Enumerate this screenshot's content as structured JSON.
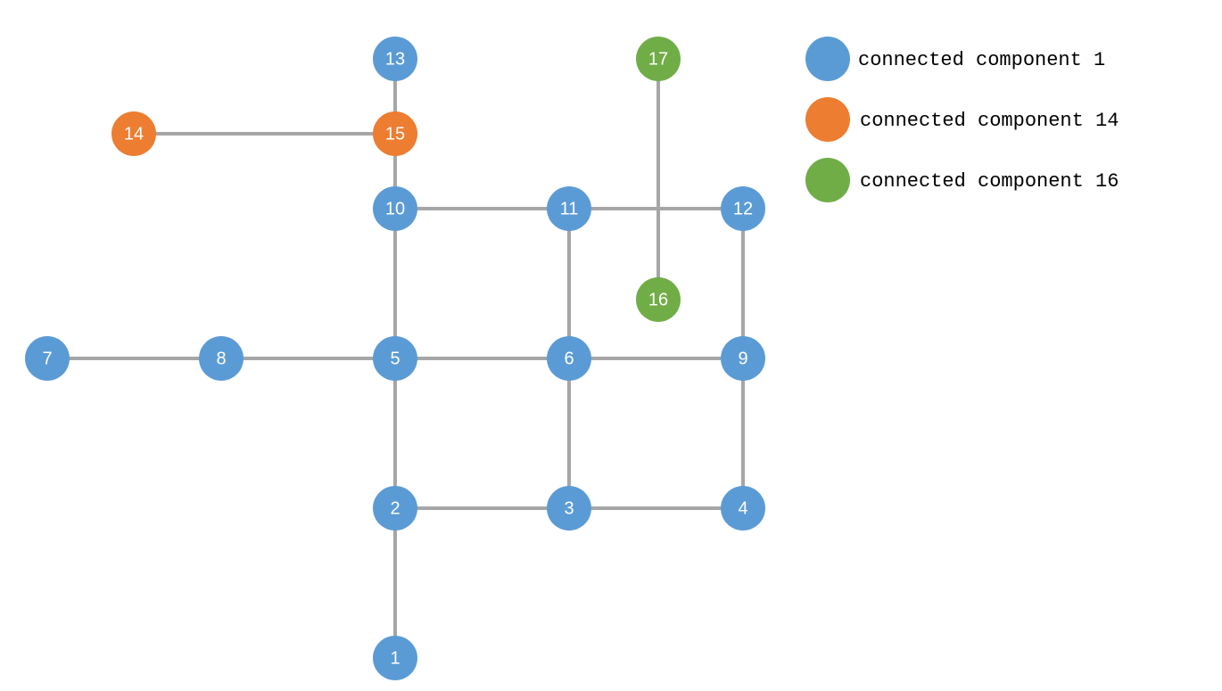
{
  "colors": {
    "component_1": "#5b9bd5",
    "component_14": "#ed7d31",
    "component_16": "#70ad47",
    "edge": "#a6a6a6"
  },
  "nodes": [
    {
      "id": "1",
      "component": "component_1"
    },
    {
      "id": "2",
      "component": "component_1"
    },
    {
      "id": "3",
      "component": "component_1"
    },
    {
      "id": "4",
      "component": "component_1"
    },
    {
      "id": "5",
      "component": "component_1"
    },
    {
      "id": "6",
      "component": "component_1"
    },
    {
      "id": "7",
      "component": "component_1"
    },
    {
      "id": "8",
      "component": "component_1"
    },
    {
      "id": "9",
      "component": "component_1"
    },
    {
      "id": "10",
      "component": "component_1"
    },
    {
      "id": "11",
      "component": "component_1"
    },
    {
      "id": "12",
      "component": "component_1"
    },
    {
      "id": "13",
      "component": "component_1"
    },
    {
      "id": "14",
      "component": "component_14"
    },
    {
      "id": "15",
      "component": "component_14"
    },
    {
      "id": "16",
      "component": "component_16"
    },
    {
      "id": "17",
      "component": "component_16"
    }
  ],
  "edges": [
    [
      "1",
      "2"
    ],
    [
      "2",
      "3"
    ],
    [
      "3",
      "4"
    ],
    [
      "2",
      "5"
    ],
    [
      "3",
      "6"
    ],
    [
      "4",
      "9"
    ],
    [
      "7",
      "8"
    ],
    [
      "8",
      "5"
    ],
    [
      "5",
      "6"
    ],
    [
      "6",
      "9"
    ],
    [
      "5",
      "10"
    ],
    [
      "6",
      "11"
    ],
    [
      "9",
      "12"
    ],
    [
      "10",
      "11"
    ],
    [
      "11",
      "12"
    ],
    [
      "13",
      "10"
    ],
    [
      "14",
      "15"
    ],
    [
      "17",
      "16"
    ]
  ],
  "legend": [
    {
      "label": "connected component 1",
      "component": "component_1"
    },
    {
      "label": "connected component 14",
      "component": "component_14"
    },
    {
      "label": "connected component 16",
      "component": "component_16"
    }
  ]
}
